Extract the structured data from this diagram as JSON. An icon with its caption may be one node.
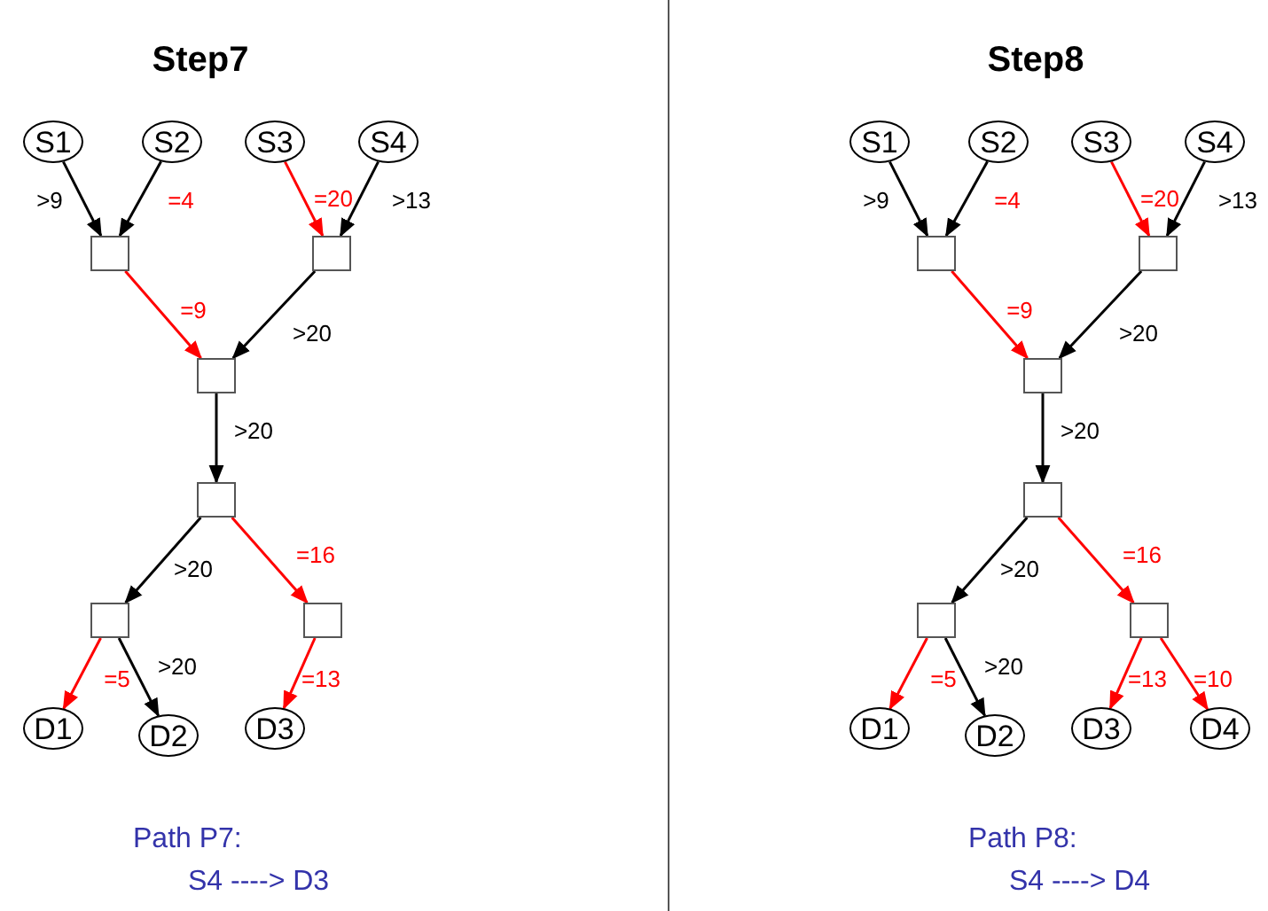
{
  "diagram": {
    "nodes": [
      {
        "text": [
          "S1"
        ]
      },
      {
        "text": [
          "S2"
        ]
      },
      {
        "text": [
          "S3"
        ]
      },
      {
        "text": [
          "S4"
        ]
      },
      {
        "text": [],
        "shape": "box"
      },
      {
        "text": [],
        "shape": "box"
      },
      {
        "text": [],
        "shape": "box"
      },
      {
        "text": [],
        "shape": "box"
      },
      {
        "text": [],
        "shape": "box"
      },
      {
        "text": [],
        "shape": "box"
      },
      {
        "text": [
          "D1"
        ]
      },
      {
        "text": [
          "D2"
        ]
      },
      {
        "text": [
          "D3"
        ]
      },
      {
        "text": [
          "S1"
        ]
      },
      {
        "text": [
          "S2"
        ]
      },
      {
        "text": [
          "S3"
        ]
      },
      {
        "text": [
          "S4"
        ]
      },
      {
        "text": [],
        "shape": "box"
      },
      {
        "text": [],
        "shape": "box"
      },
      {
        "text": [],
        "shape": "box"
      },
      {
        "text": [],
        "shape": "box"
      },
      {
        "text": [],
        "shape": "box"
      },
      {
        "text": [],
        "shape": "box"
      },
      {
        "text": [
          "D1"
        ]
      },
      {
        "text": [
          "D2"
        ]
      },
      {
        "text": [
          "D3"
        ]
      },
      {
        "text": [
          "D4"
        ]
      }
    ],
    "edges": [
      {
        "from": 0,
        "to": 4,
        "arrow": "to",
        "label": ">9"
      },
      {
        "from": 1,
        "to": 4,
        "arrow": "to",
        "label": "=4"
      },
      {
        "from": 2,
        "to": 5,
        "arrow": "to",
        "label": "=20",
        "color": "#ff0000"
      },
      {
        "from": 3,
        "to": 5,
        "arrow": "to",
        "label": ">13"
      },
      {
        "from": 4,
        "to": 6,
        "arrow": "to",
        "label": "=9",
        "color": "#ff0000"
      },
      {
        "from": 5,
        "to": 6,
        "arrow": "to",
        "label": ">20"
      },
      {
        "from": 6,
        "to": 7,
        "arrow": "to",
        "label": ">20"
      },
      {
        "from": 7,
        "to": 8,
        "arrow": "to",
        "label": ">20"
      },
      {
        "from": 7,
        "to": 9,
        "arrow": "to",
        "label": "=16",
        "color": "#ff0000"
      },
      {
        "from": 8,
        "to": 10,
        "arrow": "to",
        "label": "=5",
        "color": "#ff0000"
      },
      {
        "from": 8,
        "to": 11,
        "arrow": "to",
        "label": ">20"
      },
      {
        "from": 9,
        "to": 12,
        "arrow": "to",
        "label": "=13",
        "color": "#ff0000"
      },
      {
        "from": 13,
        "to": 17,
        "arrow": "to",
        "label": ">9"
      },
      {
        "from": 14,
        "to": 17,
        "arrow": "to",
        "label": "=4"
      },
      {
        "from": 15,
        "to": 18,
        "arrow": "to",
        "label": "=20",
        "color": "#ff0000"
      },
      {
        "from": 16,
        "to": 18,
        "arrow": "to",
        "label": ">13"
      },
      {
        "from": 17,
        "to": 19,
        "arrow": "to",
        "label": "=9",
        "color": "#ff0000"
      },
      {
        "from": 18,
        "to": 19,
        "arrow": "to",
        "label": ">20"
      },
      {
        "from": 19,
        "to": 20,
        "arrow": "to",
        "label": ">20"
      },
      {
        "from": 20,
        "to": 21,
        "arrow": "to",
        "label": ">20"
      },
      {
        "from": 20,
        "to": 22,
        "arrow": "to",
        "label": "=16",
        "color": "#ff0000"
      },
      {
        "from": 21,
        "to": 23,
        "arrow": "to",
        "label": "=5",
        "color": "#ff0000"
      },
      {
        "from": 21,
        "to": 24,
        "arrow": "to",
        "label": ">20"
      },
      {
        "from": 22,
        "to": 25,
        "arrow": "to",
        "label": "=13",
        "color": "#ff0000"
      },
      {
        "from": 22,
        "to": 26,
        "arrow": "to",
        "label": "=10",
        "color": "#ff0000"
      }
    ],
    "labels": [
      "Step7",
      "Path P7:",
      "S4 ----> D3",
      "Step8",
      "Path P8:",
      "S4 ----> D4"
    ]
  }
}
